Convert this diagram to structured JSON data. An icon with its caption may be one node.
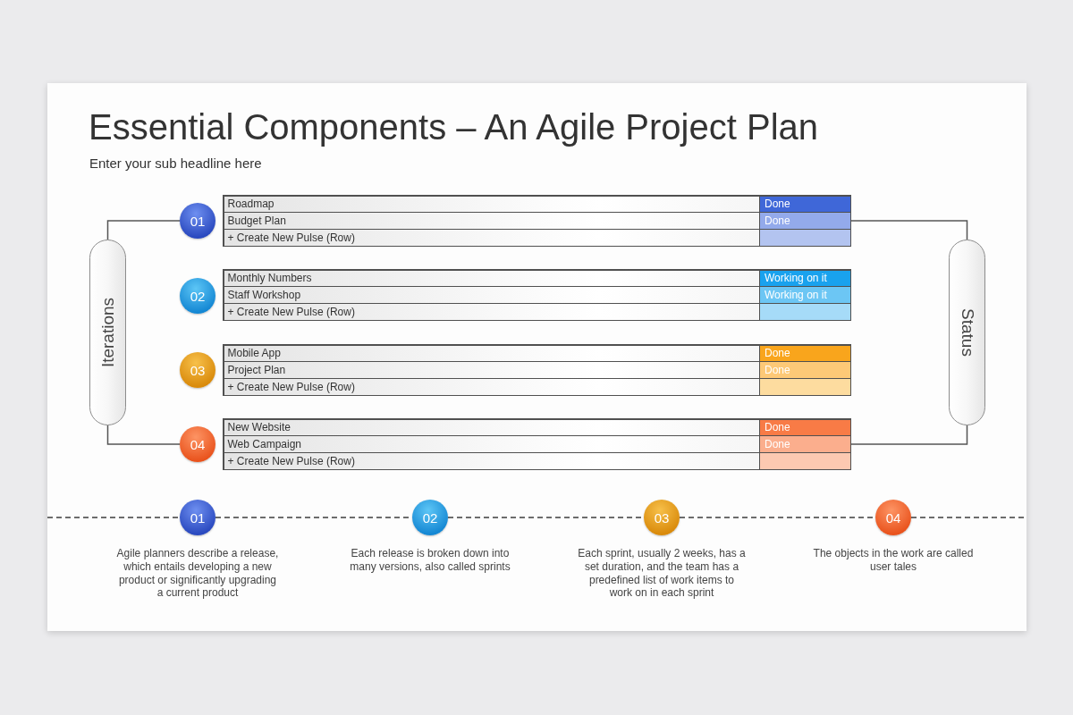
{
  "diagram": {
    "title": "Essential Components – An Agile Project Plan",
    "nodes": [
      {
        "text": [
          "Iterations"
        ]
      },
      {
        "text": [
          "01"
        ]
      },
      {
        "text": [
          "Roadmap",
          "Done",
          "Budget Plan",
          "Done",
          "+ Create New Pulse (Row)"
        ]
      },
      {
        "text": [
          "02"
        ]
      },
      {
        "text": [
          "Monthly Numbers",
          "Working on it",
          "Staff Workshop",
          "Working on it",
          "+ Create New Pulse (Row)"
        ]
      },
      {
        "text": [
          "03"
        ]
      },
      {
        "text": [
          "Mobile App",
          "Done",
          "Project Plan",
          "Done",
          "+ Create New Pulse (Row)"
        ]
      },
      {
        "text": [
          "04"
        ]
      },
      {
        "text": [
          "New Website",
          "Done",
          "Web Campaign",
          "Done",
          "+ Create New Pulse (Row)"
        ]
      },
      {
        "text": [
          "Status"
        ]
      },
      {
        "text": [
          "01"
        ],
        "beside": [
          "Agile planners describe a release, which entails developing a new product or significantly upgrading a current product"
        ]
      },
      {
        "text": [
          "02"
        ],
        "beside": [
          "Each release is broken down into many versions, also called sprints"
        ]
      },
      {
        "text": [
          "03"
        ],
        "beside": [
          "Each sprint, usually 2 weeks, has a set duration, and the team has a predefined list of work items to work on in each sprint"
        ]
      },
      {
        "text": [
          "04"
        ],
        "beside": [
          "The objects in the work are called user tales"
        ]
      }
    ],
    "edges": [
      {
        "from": 0,
        "to": 1,
        "arrow": "none"
      },
      {
        "from": 0,
        "to": 7,
        "arrow": "none"
      },
      {
        "from": 2,
        "to": 9,
        "arrow": "none"
      },
      {
        "from": 8,
        "to": 9,
        "arrow": "none"
      },
      {
        "from": null,
        "to": 10,
        "arrow": "none",
        "style": "dashed"
      },
      {
        "from": 10,
        "to": 11,
        "arrow": "none",
        "style": "dashed"
      },
      {
        "from": 11,
        "to": 12,
        "arrow": "none",
        "style": "dashed"
      },
      {
        "from": 12,
        "to": 13,
        "arrow": "none",
        "style": "dashed"
      },
      {
        "from": 13,
        "to": null,
        "arrow": "none",
        "style": "dashed"
      }
    ],
    "labels": [
      "Enter your sub headline here"
    ]
  }
}
